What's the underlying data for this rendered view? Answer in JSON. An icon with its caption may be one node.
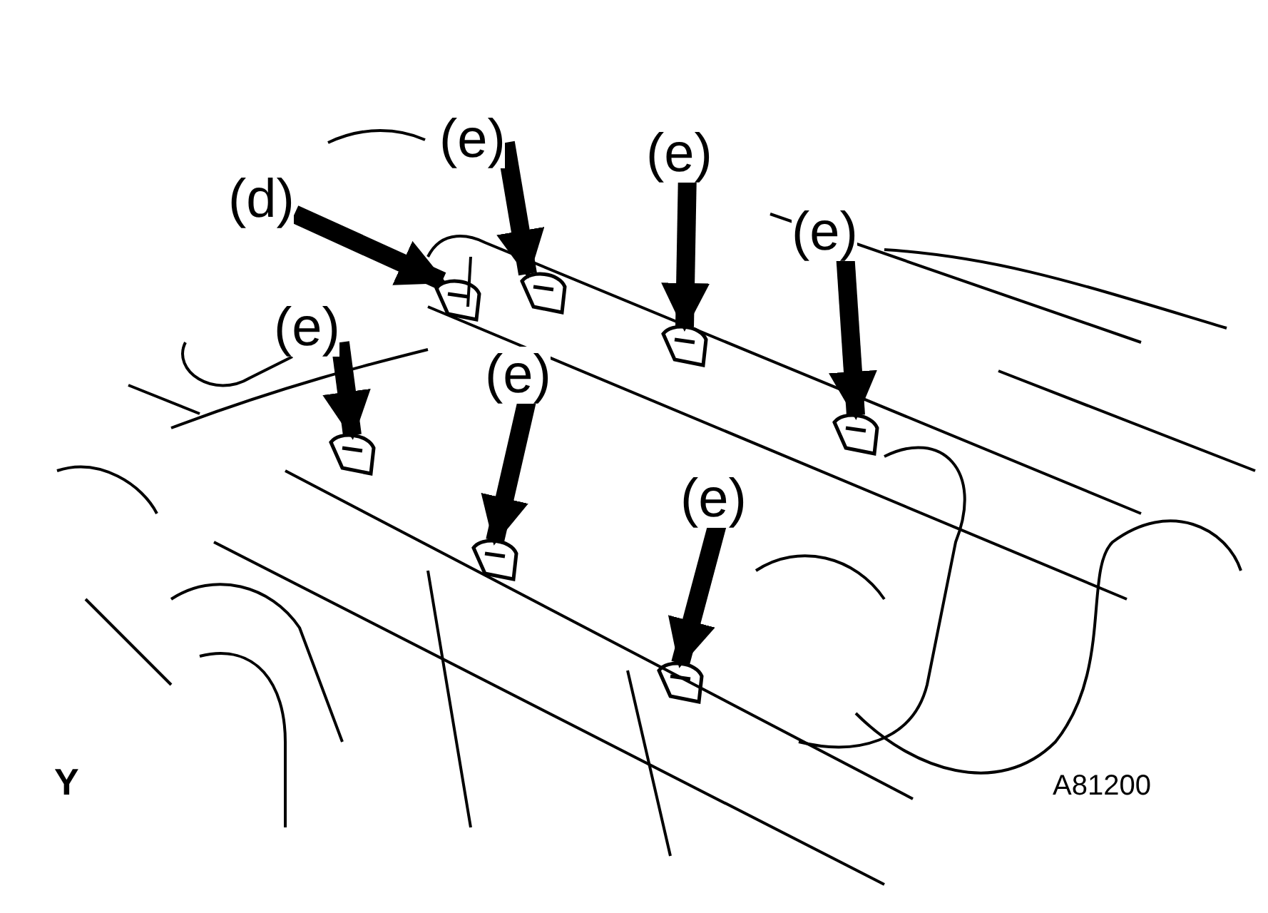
{
  "diagram": {
    "nodes": [
      {
        "text": [
          "(e)"
        ]
      },
      {
        "text": [
          "(e)"
        ]
      },
      {
        "text": [
          "(d)"
        ]
      },
      {
        "text": [
          "(e)"
        ]
      },
      {
        "text": [
          "(e)"
        ]
      },
      {
        "text": [
          "(e)"
        ]
      },
      {
        "text": [
          "(e)"
        ]
      },
      {
        "text": [],
        "shape": "picture"
      },
      {
        "text": [],
        "shape": "picture"
      },
      {
        "text": [],
        "shape": "picture"
      },
      {
        "text": [],
        "shape": "picture"
      },
      {
        "text": [],
        "shape": "picture"
      },
      {
        "text": [],
        "shape": "picture"
      },
      {
        "text": [],
        "shape": "picture"
      }
    ],
    "edges": [
      {
        "from": 0,
        "to": 7,
        "arrow": "to"
      },
      {
        "from": 1,
        "to": 8,
        "arrow": "to"
      },
      {
        "from": 2,
        "to": 9,
        "arrow": "to"
      },
      {
        "from": 3,
        "to": 10,
        "arrow": "to"
      },
      {
        "from": 4,
        "to": 11,
        "arrow": "to"
      },
      {
        "from": 5,
        "to": 12,
        "arrow": "to"
      },
      {
        "from": 6,
        "to": 13,
        "arrow": "to"
      }
    ],
    "labels": [
      "Y",
      "A81200"
    ]
  }
}
